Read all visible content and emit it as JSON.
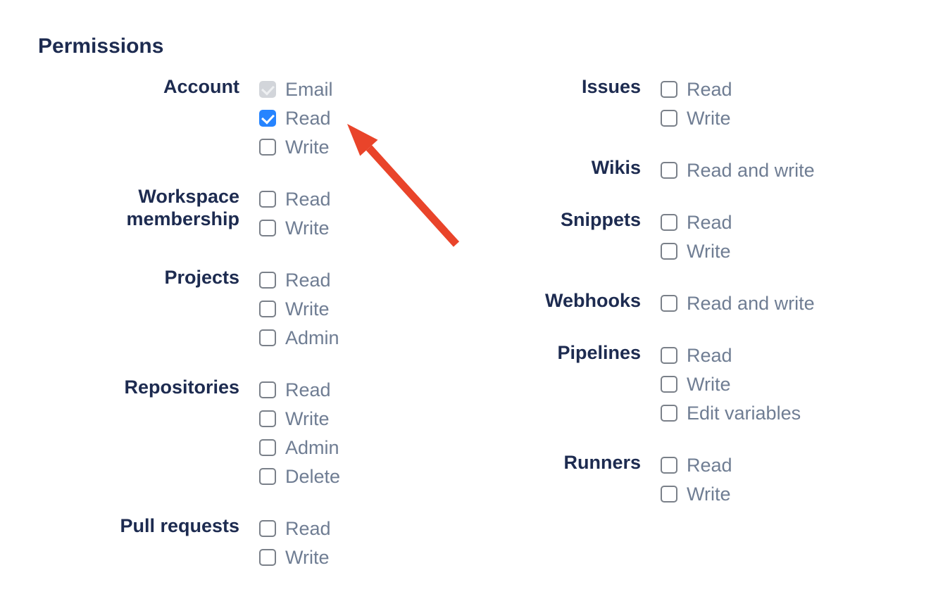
{
  "page": {
    "title": "Permissions"
  },
  "colors": {
    "navy": "#1d2b50",
    "option_gray": "#6f7d93",
    "checkbox_border": "#7a8089",
    "accent_blue": "#2684FF",
    "disabled_bg": "#d2d5da",
    "disabled_check": "#eef0f2",
    "arrow_red": "#e9442a"
  },
  "columns": [
    {
      "groups": [
        {
          "label": "Account",
          "options": [
            {
              "label": "Email",
              "state": "checked-disabled"
            },
            {
              "label": "Read",
              "state": "checked"
            },
            {
              "label": "Write",
              "state": "unchecked"
            }
          ]
        },
        {
          "label": "Workspace membership",
          "options": [
            {
              "label": "Read",
              "state": "unchecked"
            },
            {
              "label": "Write",
              "state": "unchecked"
            }
          ]
        },
        {
          "label": "Projects",
          "options": [
            {
              "label": "Read",
              "state": "unchecked"
            },
            {
              "label": "Write",
              "state": "unchecked"
            },
            {
              "label": "Admin",
              "state": "unchecked"
            }
          ]
        },
        {
          "label": "Repositories",
          "options": [
            {
              "label": "Read",
              "state": "unchecked"
            },
            {
              "label": "Write",
              "state": "unchecked"
            },
            {
              "label": "Admin",
              "state": "unchecked"
            },
            {
              "label": "Delete",
              "state": "unchecked"
            }
          ]
        },
        {
          "label": "Pull requests",
          "options": [
            {
              "label": "Read",
              "state": "unchecked"
            },
            {
              "label": "Write",
              "state": "unchecked"
            }
          ]
        }
      ]
    },
    {
      "groups": [
        {
          "label": "Issues",
          "options": [
            {
              "label": "Read",
              "state": "unchecked"
            },
            {
              "label": "Write",
              "state": "unchecked"
            }
          ]
        },
        {
          "label": "Wikis",
          "options": [
            {
              "label": "Read and write",
              "state": "unchecked"
            }
          ]
        },
        {
          "label": "Snippets",
          "options": [
            {
              "label": "Read",
              "state": "unchecked"
            },
            {
              "label": "Write",
              "state": "unchecked"
            }
          ]
        },
        {
          "label": "Webhooks",
          "options": [
            {
              "label": "Read and write",
              "state": "unchecked"
            }
          ]
        },
        {
          "label": "Pipelines",
          "options": [
            {
              "label": "Read",
              "state": "unchecked"
            },
            {
              "label": "Write",
              "state": "unchecked"
            },
            {
              "label": "Edit variables",
              "state": "unchecked"
            }
          ]
        },
        {
          "label": "Runners",
          "options": [
            {
              "label": "Read",
              "state": "unchecked"
            },
            {
              "label": "Write",
              "state": "unchecked"
            }
          ]
        }
      ]
    }
  ],
  "annotation": {
    "arrow_target": "account-read-checkbox"
  }
}
